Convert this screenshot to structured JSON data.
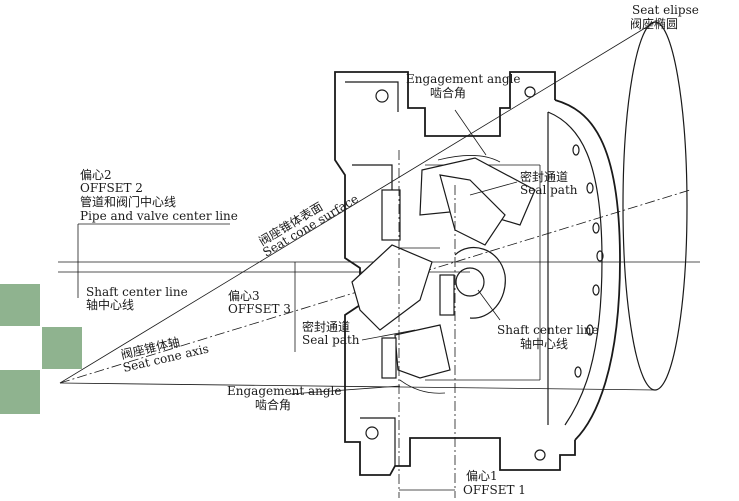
{
  "labels": {
    "seat_ellipse_en": "Seat elipse",
    "seat_ellipse_cn": "阀座椭圆",
    "engagement_top_en": "Engagement angle",
    "engagement_top_cn": "啮合角",
    "offset2_cn": "偏心2",
    "offset2_en": "OFFSET 2",
    "pipe_center_cn": "管道和阀门中心线",
    "pipe_center_en": "Pipe and valve center line",
    "seal_path_top_cn": "密封通道",
    "seal_path_top_en": "Seal path",
    "seat_cone_surface_cn": "阀座锥体表面",
    "seat_cone_surface_en": "Seat cone surface",
    "shaft_center_left_en": "Shaft center line",
    "shaft_center_left_cn": "轴中心线",
    "offset3_cn": "偏心3",
    "offset3_en": "OFFSET 3",
    "seal_path_mid_cn": "密封通道",
    "seal_path_mid_en": "Seal path",
    "shaft_center_right_en": "Shaft center line",
    "shaft_center_right_cn": "轴中心线",
    "seat_cone_axis_cn": "阀座锥体轴",
    "seat_cone_axis_en": "Seat cone axis",
    "engagement_bottom_en": "Engagement angle",
    "engagement_bottom_cn": "啮合角",
    "offset1_cn": "偏心1",
    "offset1_en": "OFFSET 1"
  },
  "colors": {
    "line": "#1a1a1a",
    "deco_green": "#8fb38f"
  }
}
